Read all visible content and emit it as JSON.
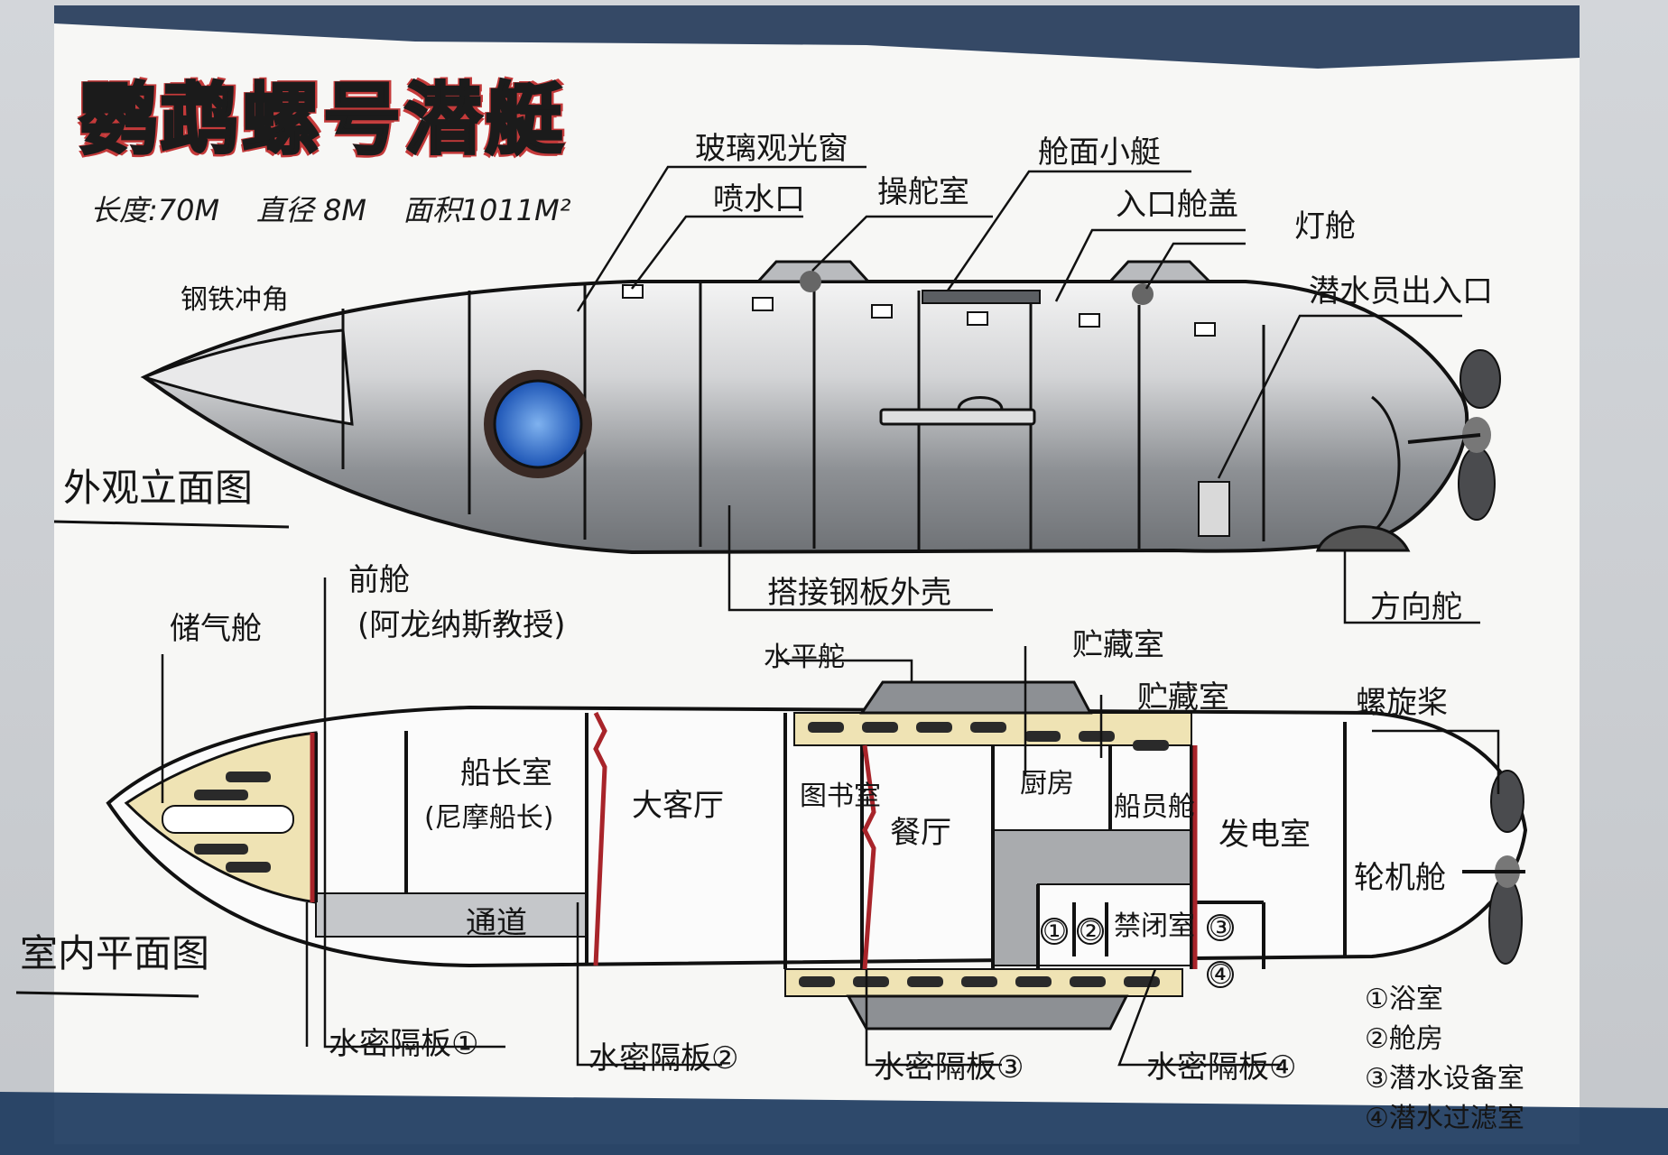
{
  "title": "鹦鹉螺号潜艇",
  "specs": {
    "length": "长度:70M",
    "diameter": "直径 8M",
    "area": "面积1011M²"
  },
  "sections": {
    "exterior": "外观立面图",
    "interior": "室内平面图"
  },
  "exterior_labels": {
    "glass_window": "玻璃观光窗",
    "water_jet": "喷水口",
    "control_room": "操舵室",
    "deck_boat": "舱面小艇",
    "entrance_hatch": "入口舱盖",
    "light_cabin": "灯舱",
    "diver_entrance": "潜水员出入口",
    "steel_ram": "钢铁冲角",
    "lap_steel_shell": "搭接钢板外壳",
    "rudder": "方向舵"
  },
  "interior_labels": {
    "gas_storage": "储气舱",
    "front_cabin": "前舱",
    "front_cabin_owner": "(阿龙纳斯教授)",
    "horizontal_rudder": "水平舵",
    "storage_room_1": "贮藏室",
    "storage_room_2": "贮藏室",
    "propeller": "螺旋桨",
    "captain_room": "船长室",
    "captain_owner": "(尼摩船长)",
    "lounge": "大客厅",
    "library": "图书室",
    "dining": "餐厅",
    "kitchen": "厨房",
    "crew_cabin": "船员舱",
    "power_room": "发电室",
    "engine_room": "轮机舱",
    "passage": "通道",
    "confinement": "禁闭室",
    "circle_1": "①",
    "circle_2": "②",
    "circle_3": "③",
    "circle_4": "④",
    "bulkhead_1": "水密隔板①",
    "bulkhead_2": "水密隔板②",
    "bulkhead_3": "水密隔板③",
    "bulkhead_4": "水密隔板④"
  },
  "legend": [
    "①浴室",
    "②舱房",
    "③潜水设备室",
    "④潜水过滤室"
  ],
  "colors": {
    "hull_grey": "#8d9094",
    "window_blue": "#2f6fd0",
    "bulkhead_red": "#a8242a",
    "wall_cream": "#efe3b4",
    "paper_edge": "#1f3556"
  }
}
